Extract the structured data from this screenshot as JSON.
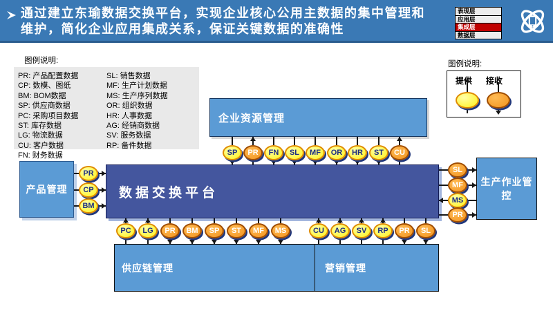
{
  "header": {
    "title_line1": "通过建立东瑜数据交换平台，实现企业核心公用主数据的集中管理和",
    "title_line2": "维护，简化企业应用集成关系，保证关键数据的准确性",
    "bullet_icon": "arrow-right-icon"
  },
  "layer_legend": {
    "rows": [
      {
        "label": "表现层",
        "highlight": false
      },
      {
        "label": "应用层",
        "highlight": false
      },
      {
        "label": "集成层",
        "highlight": true
      },
      {
        "label": "数据层",
        "highlight": false
      }
    ]
  },
  "logo": {
    "icon": "atom-orbits-device-logo"
  },
  "data_legend": {
    "title": "图例说明:",
    "columns": [
      [
        {
          "code": "PR",
          "label": "产品配置数据"
        },
        {
          "code": "CP",
          "label": "数模、图纸"
        },
        {
          "code": "BM",
          "label": "BOM数据"
        },
        {
          "code": "SP",
          "label": "供应商数据"
        },
        {
          "code": "PC",
          "label": "采购项目数据"
        },
        {
          "code": "ST",
          "label": "库存数据"
        },
        {
          "code": "LG",
          "label": "物流数据"
        },
        {
          "code": "CU",
          "label": "客户数据"
        },
        {
          "code": "FN",
          "label": "财务数据"
        }
      ],
      [
        {
          "code": "SL",
          "label": "销售数据"
        },
        {
          "code": "MF",
          "label": "生产计划数据"
        },
        {
          "code": "MS",
          "label": "生产序列数据"
        },
        {
          "code": "OR",
          "label": "组织数据"
        },
        {
          "code": "HR",
          "label": "人事数据"
        },
        {
          "code": "AG",
          "label": "经销商数据"
        },
        {
          "code": "SV",
          "label": "服务数据"
        },
        {
          "code": "RP",
          "label": "备件数据"
        }
      ]
    ]
  },
  "flow_legend": {
    "title": "图例说明:",
    "provide_label": "提供",
    "receive_label": "接收"
  },
  "diagram": {
    "platform": {
      "label": "数据交换平台"
    },
    "boxes": {
      "erp": {
        "label": "企业资源管理"
      },
      "product": {
        "label": "产品管理"
      },
      "production": {
        "label": "生产作业管控"
      },
      "supply": {
        "label": "供应链管理"
      },
      "marketing": {
        "label": "营销管理"
      }
    },
    "oval_groups": {
      "top": [
        {
          "code": "SP",
          "type": "provide"
        },
        {
          "code": "PR",
          "type": "receive"
        },
        {
          "code": "FN",
          "type": "provide"
        },
        {
          "code": "SL",
          "type": "provide"
        },
        {
          "code": "MF",
          "type": "provide"
        },
        {
          "code": "OR",
          "type": "provide"
        },
        {
          "code": "HR",
          "type": "provide"
        },
        {
          "code": "ST",
          "type": "provide"
        },
        {
          "code": "CU",
          "type": "receive"
        }
      ],
      "left": [
        {
          "code": "PR",
          "type": "provide"
        },
        {
          "code": "CP",
          "type": "provide"
        },
        {
          "code": "BM",
          "type": "provide"
        }
      ],
      "right": [
        {
          "code": "SL",
          "type": "receive"
        },
        {
          "code": "MF",
          "type": "receive"
        },
        {
          "code": "MS",
          "type": "provide"
        },
        {
          "code": "PR",
          "type": "receive"
        }
      ],
      "bottom_left": [
        {
          "code": "PC",
          "type": "provide"
        },
        {
          "code": "LG",
          "type": "provide"
        },
        {
          "code": "PR",
          "type": "receive"
        },
        {
          "code": "BM",
          "type": "receive"
        },
        {
          "code": "SP",
          "type": "receive"
        },
        {
          "code": "ST",
          "type": "receive"
        },
        {
          "code": "MF",
          "type": "receive"
        },
        {
          "code": "MS",
          "type": "receive"
        }
      ],
      "bottom_right": [
        {
          "code": "CU",
          "type": "provide"
        },
        {
          "code": "AG",
          "type": "provide"
        },
        {
          "code": "SV",
          "type": "provide"
        },
        {
          "code": "RP",
          "type": "provide"
        },
        {
          "code": "PR",
          "type": "receive"
        },
        {
          "code": "SL",
          "type": "receive"
        }
      ]
    }
  },
  "colors": {
    "header_blue": "#3a79b5",
    "header_border": "#2a5c8e",
    "box_blue": "#5b9bd5",
    "platform_blue": "#44569e",
    "provide": "#fff215",
    "receive": "#f2931d",
    "highlight_red": "#c00000",
    "panel_gray": "#e9e9e9"
  }
}
